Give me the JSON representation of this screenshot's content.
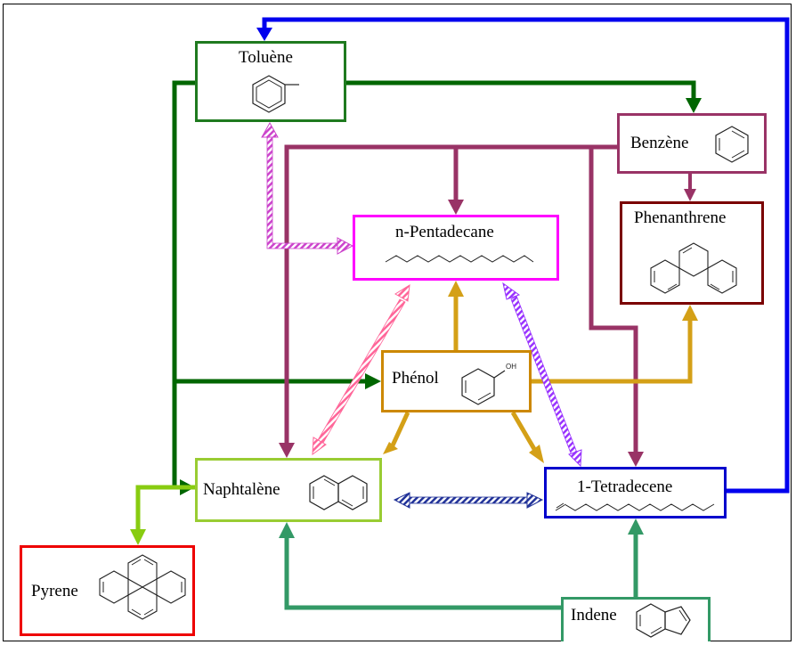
{
  "colors": {
    "toluene": "#1f7a1f",
    "benzene": "#993366",
    "pentadecane": "#ff00ff",
    "phenanthrene": "#7a0000",
    "phenol": "#cc8800",
    "naphtalene": "#99cc33",
    "tetradecene": "#0000cc",
    "pyrene": "#ee0000",
    "indene": "#339966",
    "toluene_arrow": "#006600",
    "benzene_arrow": "#993366",
    "phenol_arrow": "#d4a017",
    "naph_arrow": "#88cc11",
    "tetra_arrow": "#0000ee",
    "indene_arrow": "#339966",
    "dashed_magenta": "#cc44cc",
    "dashed_pink": "#ff6699",
    "dashed_violet": "#9933ff",
    "dashed_navy": "#223399"
  },
  "nodes": {
    "toluene": {
      "label": "Toluène",
      "icon": "toluene-structure-icon"
    },
    "benzene": {
      "label": "Benzène",
      "icon": "benzene-structure-icon"
    },
    "pentadecane": {
      "label": "n-Pentadecane",
      "icon": "pentadecane-chain-icon"
    },
    "phenanthrene": {
      "label": "Phenanthrene",
      "icon": "phenanthrene-structure-icon"
    },
    "phenol": {
      "label": "Phénol",
      "icon": "phenol-structure-icon",
      "oh_label": "OH"
    },
    "naphtalene": {
      "label": "Naphtalène",
      "icon": "naphthalene-structure-icon"
    },
    "tetradecene": {
      "label": "1-Tetradecene",
      "icon": "tetradecene-chain-icon"
    },
    "pyrene": {
      "label": "Pyrene",
      "icon": "pyrene-structure-icon"
    },
    "indene": {
      "label": "Indene",
      "icon": "indene-structure-icon"
    }
  }
}
